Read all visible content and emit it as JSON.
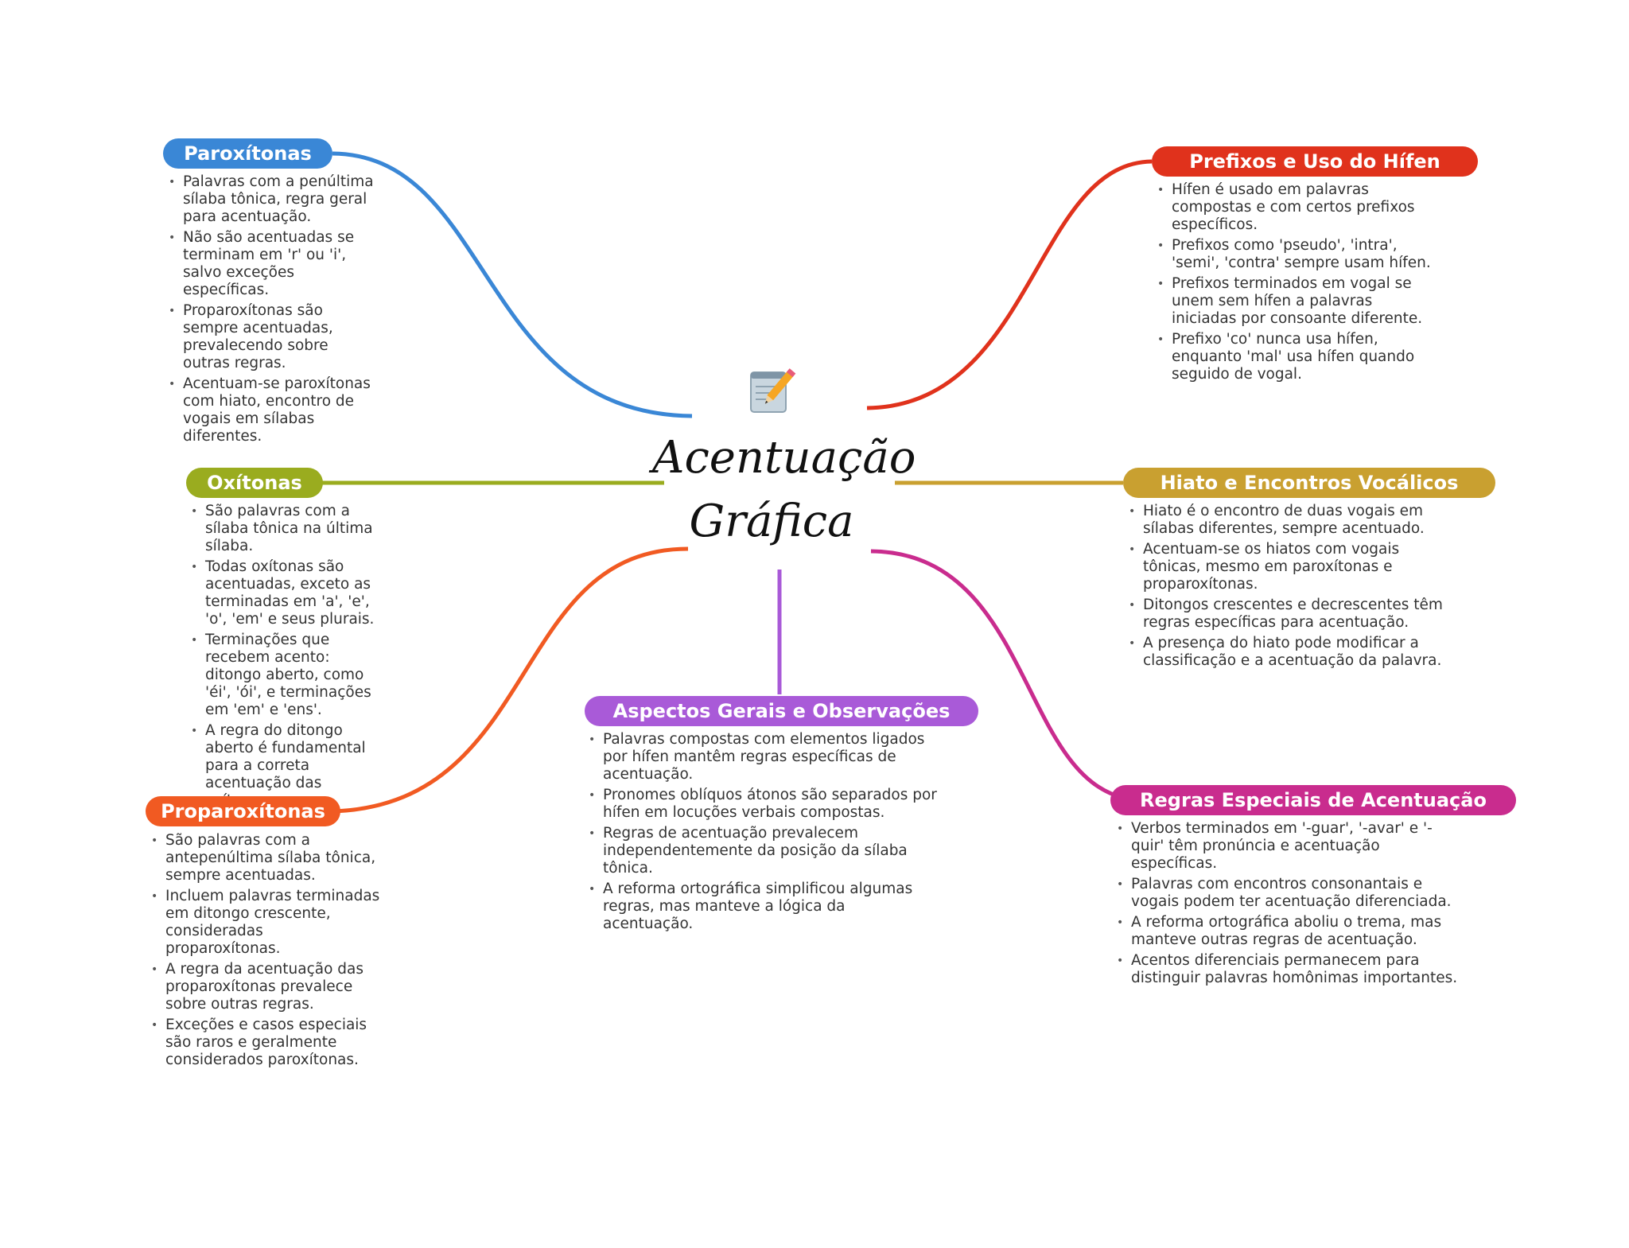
{
  "center": {
    "title_line1": "Acentuação",
    "title_line2": "Gráfica",
    "icon": "memo-pencil-icon"
  },
  "colors": {
    "paroxitonas": "#3a87d6",
    "oxitonas": "#9aac1f",
    "proparoxitonas": "#f15a22",
    "aspectos": "#a95ad8",
    "prefixos": "#e0321c",
    "hiato": "#c9a030",
    "regras": "#c92c8e"
  },
  "topics": {
    "paroxitonas": {
      "label": "Paroxítonas",
      "items": [
        "Palavras com a penúltima sílaba tônica, regra geral para acentuação.",
        "Não são acentuadas se terminam em 'r' ou 'i', salvo exceções específicas.",
        "Proparoxítonas são sempre acentuadas, prevalecendo sobre outras regras.",
        "Acentuam-se paroxítonas com hiato, encontro de vogais em sílabas diferentes."
      ]
    },
    "oxitonas": {
      "label": "Oxítonas",
      "items": [
        "São palavras com a sílaba tônica na última sílaba.",
        "Todas oxítonas são acentuadas, exceto as terminadas em 'a', 'e', 'o', 'em' e seus plurais.",
        "Terminações que recebem acento: ditongo aberto, como 'éi', 'ói', e terminações em 'em' e 'ens'.",
        "A regra do ditongo aberto é fundamental para a correta acentuação das oxítonas."
      ]
    },
    "proparoxitonas": {
      "label": "Proparoxítonas",
      "items": [
        "São palavras com a antepenúltima sílaba tônica, sempre acentuadas.",
        "Incluem palavras terminadas em ditongo crescente, consideradas proparoxítonas.",
        "A regra da acentuação das proparoxítonas prevalece sobre outras regras.",
        "Exceções e casos especiais são raros e geralmente considerados paroxítonas."
      ]
    },
    "aspectos": {
      "label": "Aspectos Gerais e Observações",
      "items": [
        "Palavras compostas com elementos ligados por hífen mantêm regras específicas de acentuação.",
        "Pronomes oblíquos átonos são separados por hífen em locuções verbais compostas.",
        "Regras de acentuação prevalecem independentemente da posição da sílaba tônica.",
        "A reforma ortográfica simplificou algumas regras, mas manteve a lógica da acentuação."
      ]
    },
    "prefixos": {
      "label": "Prefixos e Uso do Hífen",
      "items": [
        "Hífen é usado em palavras compostas e com certos prefixos específicos.",
        "Prefixos como 'pseudo', 'intra', 'semi', 'contra' sempre usam hífen.",
        "Prefixos terminados em vogal se unem sem hífen a palavras iniciadas por consoante diferente.",
        "Prefixo 'co' nunca usa hífen, enquanto 'mal' usa hífen quando seguido de vogal."
      ]
    },
    "hiato": {
      "label": "Hiato e Encontros Vocálicos",
      "items": [
        "Hiato é o encontro de duas vogais em sílabas diferentes, sempre acentuado.",
        "Acentuam-se os hiatos com vogais tônicas, mesmo em paroxítonas e proparoxítonas.",
        "Ditongos crescentes e decrescentes têm regras específicas para acentuação.",
        "A presença do hiato pode modificar a classificação e a acentuação da palavra."
      ]
    },
    "regras": {
      "label": "Regras Especiais de Acentuação",
      "items": [
        "Verbos terminados em '-guar', '-avar' e '-quir' têm pronúncia e acentuação específicas.",
        "Palavras com encontros consonantais e vogais podem ter acentuação diferenciada.",
        "A reforma ortográfica aboliu o trema, mas manteve outras regras de acentuação.",
        "Acentos diferenciais permanecem para distinguir palavras homônimas importantes."
      ]
    }
  }
}
